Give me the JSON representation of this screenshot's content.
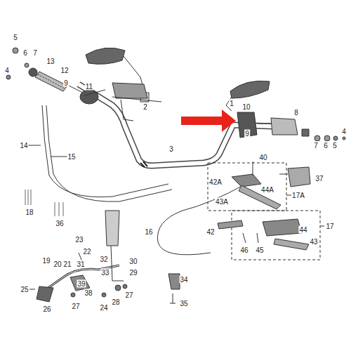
{
  "diagram": {
    "labels": [
      "5",
      "6",
      "7",
      "4",
      "13",
      "12",
      "2",
      "9",
      "11",
      "1",
      "10",
      "8",
      "9",
      "7",
      "6",
      "5",
      "4",
      "3",
      "14",
      "15",
      "40",
      "37",
      "42A",
      "44A",
      "17A",
      "43A",
      "18",
      "36",
      "16",
      "42",
      "44",
      "17",
      "46",
      "45",
      "43",
      "23",
      "22",
      "19",
      "20",
      "21",
      "31",
      "32",
      "30",
      "33",
      "29",
      "39",
      "38",
      "28",
      "25",
      "26",
      "27",
      "24",
      "27",
      "34",
      "35"
    ]
  }
}
